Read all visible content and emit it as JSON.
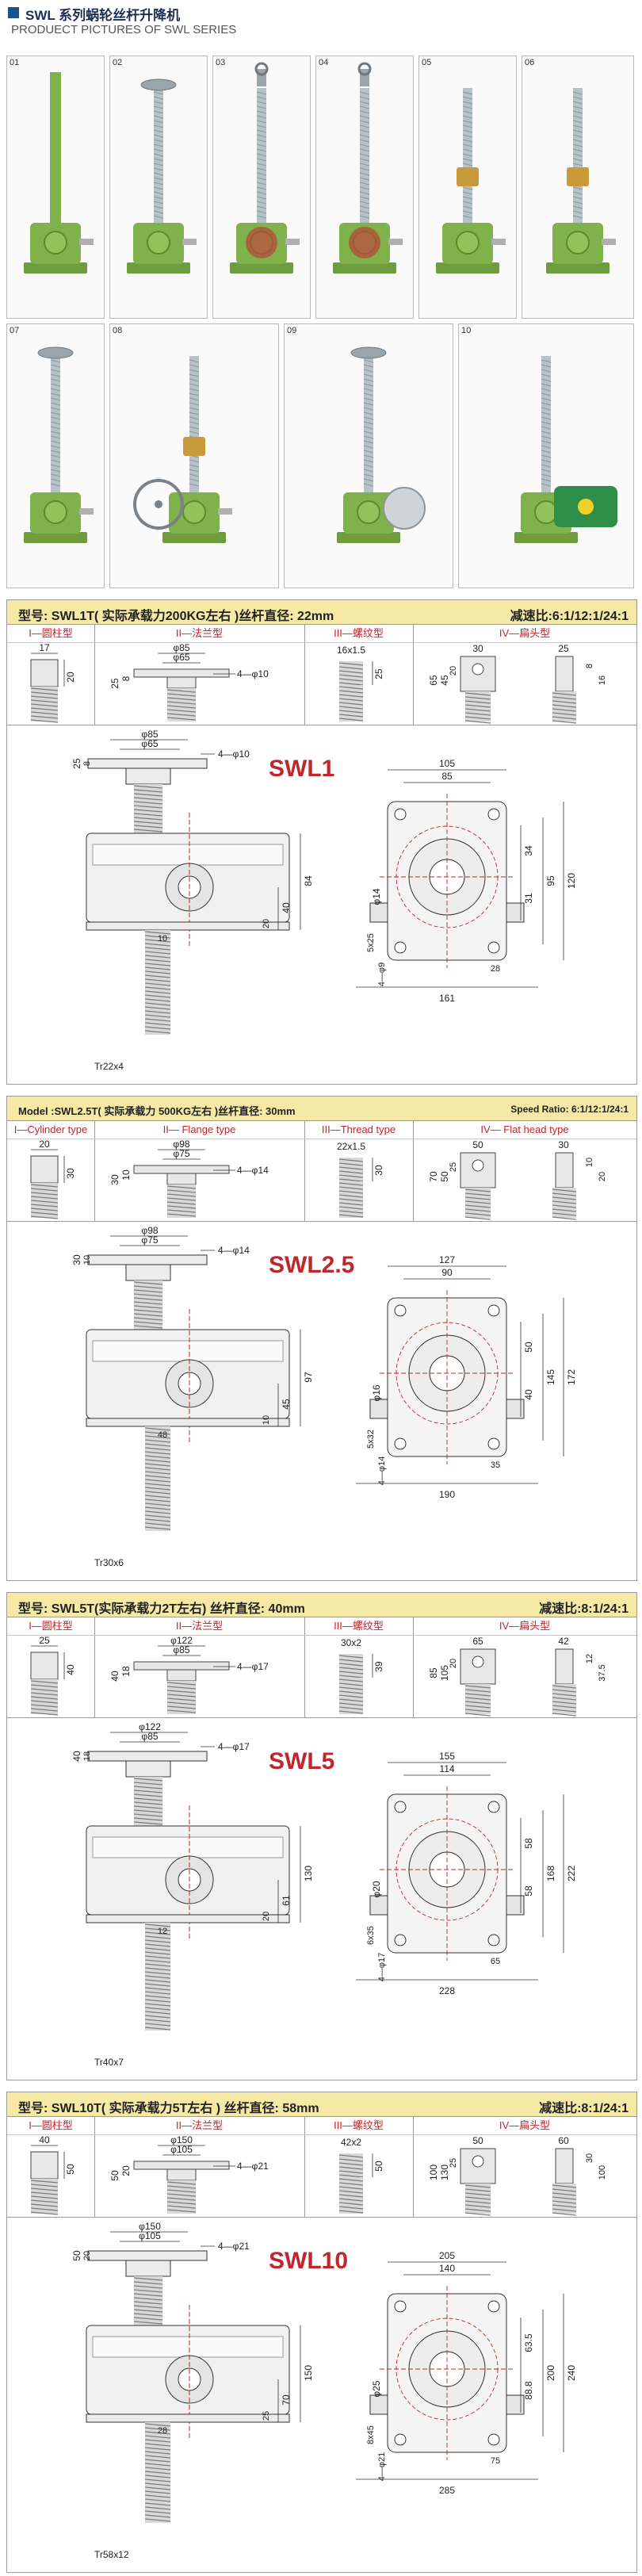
{
  "header": {
    "title": "SWL 系列蜗轮丝杆升降机",
    "subtitle": "PRODUECT PICTURES OF SWL SERIES"
  },
  "gallery": [
    {
      "num": "01"
    },
    {
      "num": "02"
    },
    {
      "num": "03"
    },
    {
      "num": "04"
    },
    {
      "num": "05"
    },
    {
      "num": "06"
    },
    {
      "num": "07"
    },
    {
      "num": "08"
    },
    {
      "num": "09"
    },
    {
      "num": "10"
    }
  ],
  "colors": {
    "green": "#7fb24a",
    "rod": "#b7c2c8",
    "brass": "#c99a3a",
    "title_bg": "#f6e9a6",
    "red": "#c0262b"
  },
  "sections": [
    {
      "title": "型号: SWL1T( 实际承载力200KG左右 )丝杆直径: 22mm",
      "ratio": "减速比:6:1/12:1/24:1",
      "types": [
        "I—圆柱型",
        "II—法兰型",
        "III—螺纹型",
        "IV—扁头型"
      ],
      "cyl": {
        "d": "17",
        "h": "20"
      },
      "flange": {
        "d1": "φ85",
        "d2": "φ65",
        "t1": "25",
        "t2": "8",
        "holes": "4—φ10"
      },
      "thread": {
        "spec": "16x1.5",
        "h": "25"
      },
      "flat": {
        "w1": "30",
        "h1": "45",
        "h2": "65",
        "h3": "20",
        "w2": "25",
        "t1": "8",
        "t2": "16"
      },
      "model": "SWL1",
      "drawing": {
        "fl_d1": "φ85",
        "fl_d2": "φ65",
        "fl_t1": "25",
        "fl_t2": "8",
        "fl_holes": "4—φ10",
        "h_total": "84",
        "h_a": "40",
        "h_b": "20",
        "h_c": "10",
        "screw": "Tr22x4",
        "w_top1": "105",
        "w_top2": "85",
        "w_bottom": "161",
        "shaft": "φ14",
        "key": "5x25",
        "base_holes": "4—φ9",
        "v1": "34",
        "v2": "31",
        "v3": "95",
        "v4": "120",
        "v5": "28"
      }
    },
    {
      "title": "Model :SWL2.5T( 实际承载力 500KG左右 )丝杆直径: 30mm",
      "ratio": "Speed Ratio: 6:1/12:1/24:1",
      "types": [
        "I—Cylinder type",
        "II— Flange type",
        "III—Thread type",
        "IV— Flat head type"
      ],
      "cyl": {
        "d": "20",
        "h": "30"
      },
      "flange": {
        "d1": "φ98",
        "d2": "φ75",
        "t1": "30",
        "t2": "10",
        "holes": "4—φ14"
      },
      "thread": {
        "spec": "22x1.5",
        "h": "30"
      },
      "flat": {
        "w1": "50",
        "h1": "50",
        "h2": "70",
        "h3": "25",
        "w2": "30",
        "t1": "10",
        "t2": "20"
      },
      "model": "SWL2.5",
      "drawing": {
        "fl_d1": "φ98",
        "fl_d2": "φ75",
        "fl_t1": "30",
        "fl_t2": "10",
        "fl_holes": "4—φ14",
        "h_total": "97",
        "h_a": "45",
        "h_b": "10",
        "h_c": "48",
        "screw": "Tr30x6",
        "w_top1": "127",
        "w_top2": "90",
        "w_bottom": "190",
        "shaft": "φ16",
        "key": "5x32",
        "base_holes": "4—φ14",
        "v1": "50",
        "v2": "40",
        "v3": "145",
        "v4": "172",
        "v5": "35"
      }
    },
    {
      "title": "型号: SWL5T(实际承载力2T左右) 丝杆直径: 40mm",
      "ratio": "减速比:8:1/24:1",
      "types": [
        "I—圆柱型",
        "II—法兰型",
        "III—螺纹型",
        "IV—扁头型"
      ],
      "cyl": {
        "d": "25",
        "h": "40"
      },
      "flange": {
        "d1": "φ122",
        "d2": "φ85",
        "t1": "40",
        "t2": "18",
        "holes": "4—φ17"
      },
      "thread": {
        "spec": "30x2",
        "h": "39"
      },
      "flat": {
        "w1": "65",
        "h1": "105",
        "h2": "85",
        "h3": "20",
        "w2": "42",
        "t1": "12",
        "t2": "37.5"
      },
      "model": "SWL5",
      "drawing": {
        "fl_d1": "φ122",
        "fl_d2": "φ85",
        "fl_t1": "40",
        "fl_t2": "18",
        "fl_holes": "4—φ17",
        "h_total": "130",
        "h_a": "61",
        "h_b": "20",
        "h_c": "12",
        "screw": "Tr40x7",
        "w_top1": "155",
        "w_top2": "114",
        "w_bottom": "228",
        "shaft": "φ20",
        "key": "6x35",
        "base_holes": "4—φ17",
        "v1": "58",
        "v2": "58",
        "v3": "168",
        "v4": "222",
        "v5": "65"
      }
    },
    {
      "title": "型号: SWL10T( 实际承载力5T左右 ) 丝杆直径: 58mm",
      "ratio": "减速比:8:1/24:1",
      "types": [
        "I—圆柱型",
        "II—法兰型",
        "III—螺纹型",
        "IV—扁头型"
      ],
      "cyl": {
        "d": "40",
        "h": "50"
      },
      "flange": {
        "d1": "φ150",
        "d2": "φ105",
        "t1": "50",
        "t2": "20",
        "holes": "4—φ21"
      },
      "thread": {
        "spec": "42x2",
        "h": "50"
      },
      "flat": {
        "w1": "50",
        "h1": "130",
        "h2": "100",
        "h3": "25",
        "w2": "60",
        "t1": "30",
        "t2": "100"
      },
      "model": "SWL10",
      "drawing": {
        "fl_d1": "φ150",
        "fl_d2": "φ105",
        "fl_t1": "50",
        "fl_t2": "20",
        "fl_holes": "4—φ21",
        "h_total": "150",
        "h_a": "70",
        "h_b": "25",
        "h_c": "28",
        "screw": "Tr58x12",
        "w_top1": "205",
        "w_top2": "140",
        "w_bottom": "285",
        "shaft": "φ25",
        "key": "8x45",
        "base_holes": "4—φ21",
        "v1": "63.5",
        "v2": "88.8",
        "v3": "200",
        "v4": "240",
        "v5": "75"
      }
    }
  ]
}
